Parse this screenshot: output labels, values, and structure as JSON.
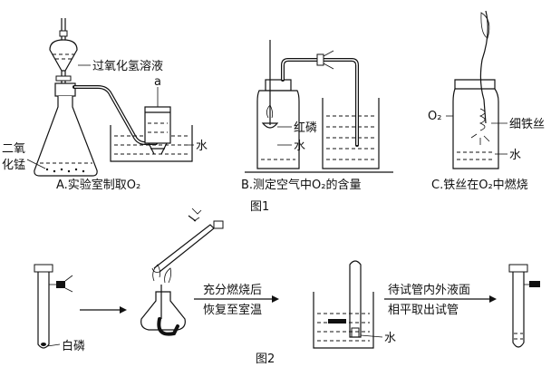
{
  "fig1": {
    "title": "图1",
    "a": {
      "hydrogen_peroxide": "过氧化氢溶液",
      "marker": "a",
      "mno2_line1": "二氧",
      "mno2_line2": "化锰",
      "water": "水",
      "caption": "A.实验室制取O₂"
    },
    "b": {
      "red_phosphorus": "红磷",
      "water": "水",
      "caption": "B.测定空气中O₂的含量"
    },
    "c": {
      "o2": "O₂",
      "iron_wire": "细铁丝",
      "water": "水",
      "caption": "C.铁丝在O₂中燃烧"
    }
  },
  "fig2": {
    "title": "图2",
    "white_phosphorus": "白磷",
    "step2_line1": "充分燃烧后",
    "step2_line2": "恢复至室温",
    "step3_line1": "待试管内外液面",
    "step3_line2": "相平取出试管",
    "water": "水"
  }
}
